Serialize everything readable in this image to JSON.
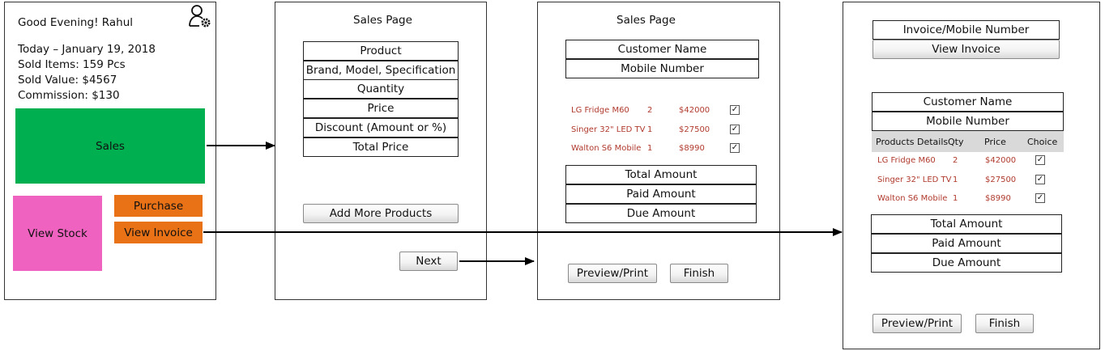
{
  "dashboard": {
    "greeting": "Good Evening! Rahul",
    "today": "Today – January 19, 2018",
    "sold_items": "Sold Items: 159 Pcs",
    "sold_value": "Sold Value: $4567",
    "commission": "Commission: $130",
    "sales_label": "Sales",
    "view_stock_label": "View Stock",
    "purchase_label": "Purchase",
    "view_invoice_label": "View Invoice"
  },
  "sales_page_1": {
    "title": "Sales Page",
    "fields": [
      "Product",
      "Brand, Model, Specification",
      "Quantity",
      "Price",
      "Discount (Amount or %)",
      "Total Price"
    ],
    "add_more_label": "Add More Products",
    "next_label": "Next"
  },
  "sales_page_2": {
    "title": "Sales Page",
    "customer_name": "Customer Name",
    "mobile_number": "Mobile Number",
    "items": [
      {
        "name": "LG Fridge  M60",
        "qty": "2",
        "price": "$42000"
      },
      {
        "name": "Singer 32\" LED TV",
        "qty": "1",
        "price": "$27500"
      },
      {
        "name": "Walton S6 Mobile",
        "qty": "1",
        "price": "$8990"
      }
    ],
    "total_amount": "Total Amount",
    "paid_amount": "Paid Amount",
    "due_amount": "Due Amount",
    "preview_label": "Preview/Print",
    "finish_label": "Finish"
  },
  "invoice_page": {
    "search_field": "Invoice/Mobile Number",
    "view_invoice_label": "View Invoice",
    "customer_name": "Customer Name",
    "mobile_number": "Mobile Number",
    "headers": {
      "products": "Products Details",
      "qty": "Qty",
      "price": "Price",
      "choice": "Choice"
    },
    "items": [
      {
        "name": "LG Fridge  M60",
        "qty": "2",
        "price": "$42000"
      },
      {
        "name": "Singer 32\" LED TV",
        "qty": "1",
        "price": "$27500"
      },
      {
        "name": "Walton S6 Mobile",
        "qty": "1",
        "price": "$8990"
      }
    ],
    "total_amount": "Total Amount",
    "paid_amount": "Paid Amount",
    "due_amount": "Due Amount",
    "preview_label": "Preview/Print",
    "finish_label": "Finish"
  },
  "colors": {
    "sales_tile": "#00b050",
    "view_stock_tile": "#f062c0",
    "orange_button": "#e97216",
    "item_text": "#b03a2e",
    "header_bg": "#d9d9d9"
  },
  "icons": {
    "user_settings": "user-gear-icon",
    "checkbox": "checked-checkbox-icon"
  }
}
